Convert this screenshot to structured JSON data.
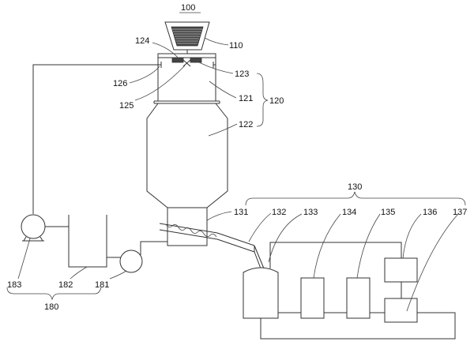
{
  "labels": {
    "l100": "100",
    "l110": "110",
    "l120": "120",
    "l121": "121",
    "l122": "122",
    "l123": "123",
    "l124": "124",
    "l125": "125",
    "l126": "126",
    "l130": "130",
    "l131": "131",
    "l132": "132",
    "l133": "133",
    "l134": "134",
    "l135": "135",
    "l136": "136",
    "l137": "137",
    "l180": "180",
    "l181": "181",
    "l182": "182",
    "l183": "183"
  },
  "colors": {
    "line": "#333333",
    "hopper_fill": "#444444",
    "background": "#ffffff"
  }
}
